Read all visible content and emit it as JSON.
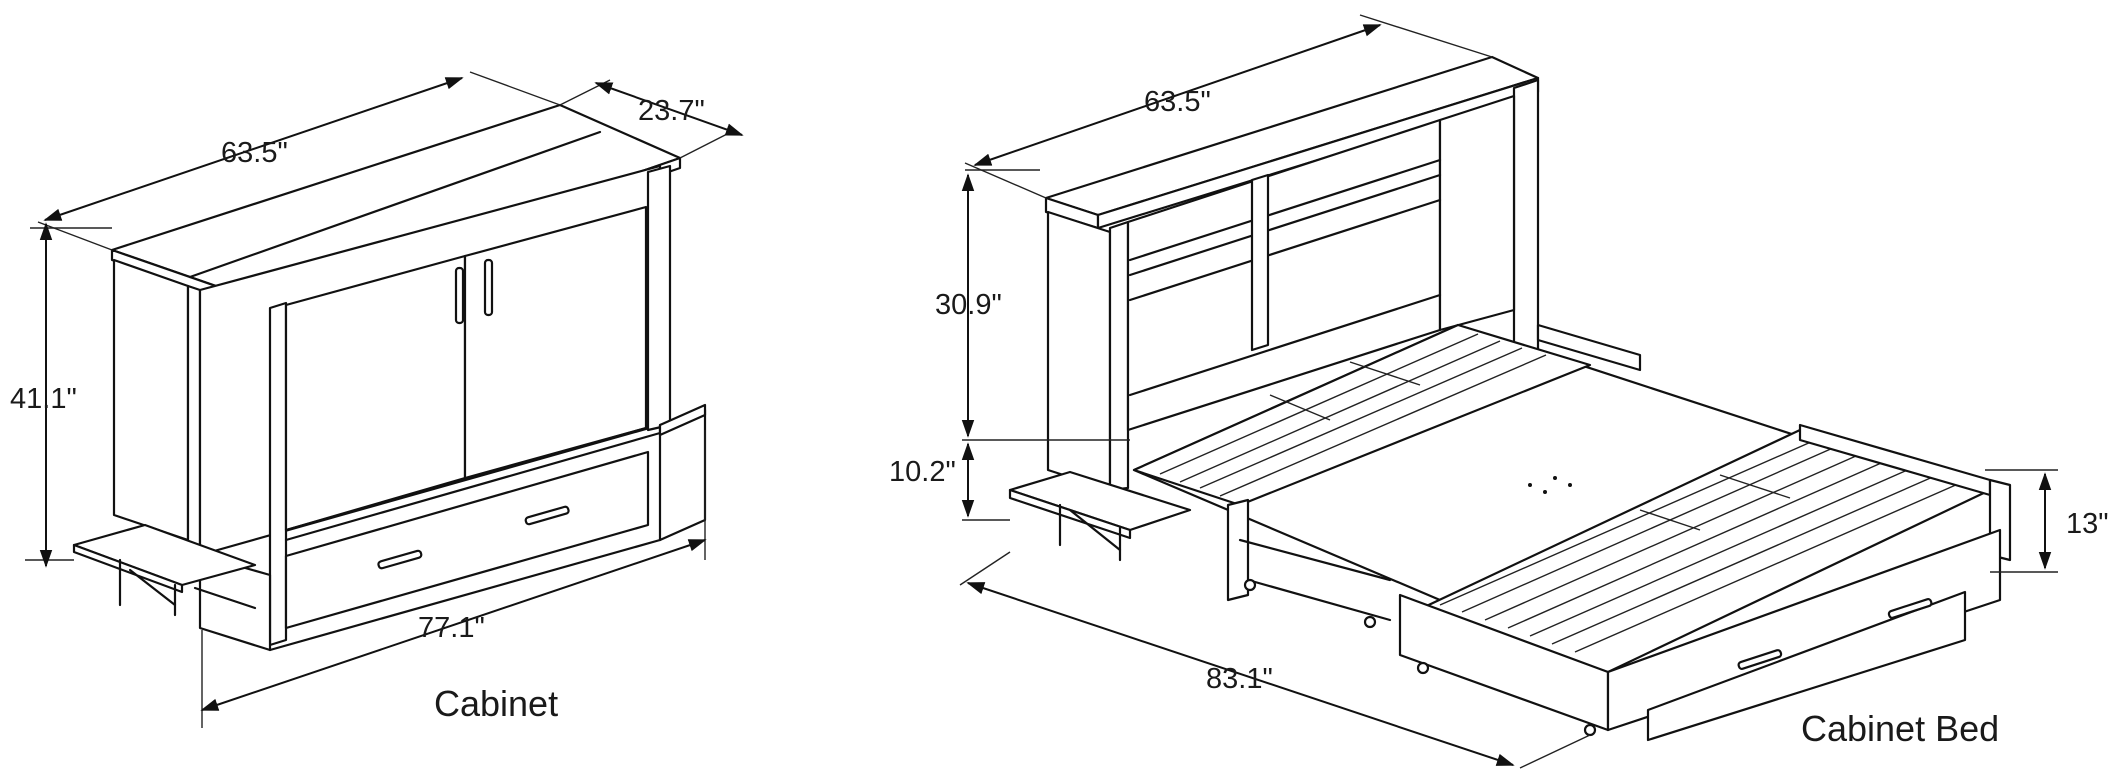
{
  "cabinet": {
    "caption": "Cabinet",
    "dimensions": {
      "width": "63.5\"",
      "depth": "23.7\"",
      "height": "41.1\"",
      "open_length": "77.1\""
    }
  },
  "cabinet_bed": {
    "caption": "Cabinet Bed",
    "dimensions": {
      "width": "63.5\"",
      "headboard_height": "30.9\"",
      "mattress_height": "10.2\"",
      "length": "83.1\"",
      "base_height": "13\""
    }
  }
}
